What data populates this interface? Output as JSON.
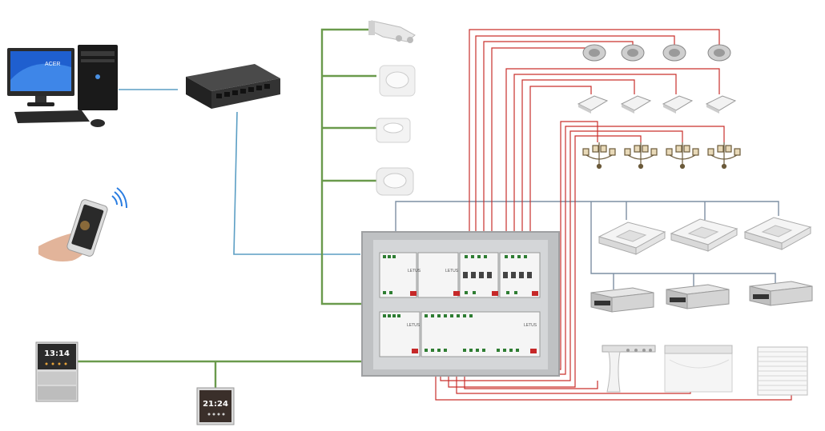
{
  "computer": {
    "brand": "ACER"
  },
  "panel_display": {
    "time": "13:14"
  },
  "wall_touch_panel": {
    "time": "21:24"
  },
  "din_modules": {
    "brand": "LETUS"
  },
  "colors": {
    "bus_line": "#6a9a4c",
    "network_line": "#5b9ec4",
    "load_line": "#c9302c",
    "ac_line": "#7d8fa3",
    "cabinet": "#bfc1c3"
  },
  "icons": {
    "computer": "desktop-computer-icon",
    "switch": "network-switch-icon",
    "phone": "smartphone-wifi-icon",
    "sensors": [
      "camera-sensor-icon",
      "motion-sensor-icon",
      "ceiling-sensor-icon",
      "presence-sensor-icon"
    ],
    "downlights": "downlight-icon",
    "panel_lights": "panel-light-icon",
    "chandeliers": "chandelier-icon",
    "cassette_ac": "cassette-ac-icon",
    "duct_ac": "duct-ac-icon",
    "curtains": [
      "curtain-track-icon",
      "roller-blind-icon",
      "venetian-blind-icon"
    ]
  }
}
